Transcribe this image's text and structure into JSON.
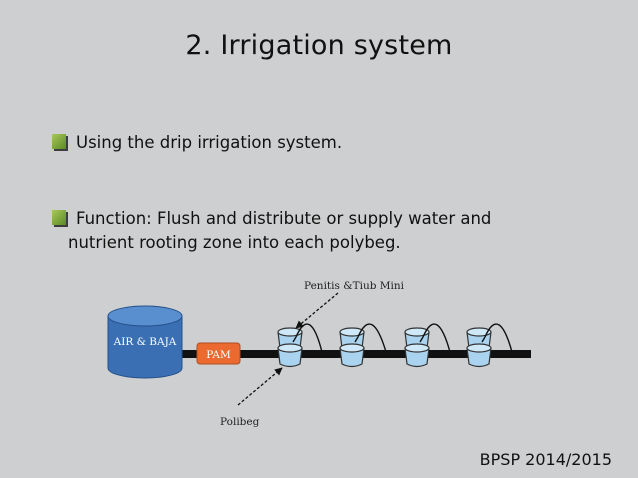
{
  "slide": {
    "title": "2. Irrigation system",
    "bullets": [
      {
        "text": "Using the drip irrigation system."
      },
      {
        "line1": "Function: Flush and distribute or supply water and",
        "line2": "nutrient rooting zone into each polybeg."
      }
    ],
    "footer": "BPSP 2014/2015"
  },
  "diagram": {
    "tank_label": "AIR & BAJA",
    "pump_label": "PAM",
    "emitter_label": "Penitis &Tiub Mini",
    "pot_label": "Polibeg",
    "colors": {
      "tank": "#3a6fb3",
      "pump": "#ea6a2f",
      "pot": "#a9d3ee",
      "pipe": "#111111"
    }
  }
}
